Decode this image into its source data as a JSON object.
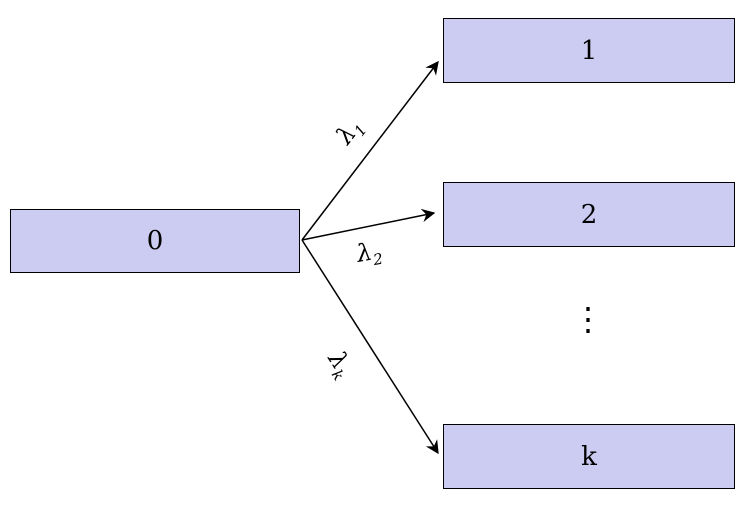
{
  "diagram": {
    "nodes": [
      {
        "id": "0",
        "label": "0"
      },
      {
        "id": "1",
        "label": "1"
      },
      {
        "id": "2",
        "label": "2"
      },
      {
        "id": "k",
        "label": "k"
      }
    ],
    "edges": [
      {
        "from": "0",
        "to": "1",
        "label_base": "λ",
        "label_sub": "1"
      },
      {
        "from": "0",
        "to": "2",
        "label_base": "λ",
        "label_sub": "2"
      },
      {
        "from": "0",
        "to": "k",
        "label_base": "λ",
        "label_sub": "k"
      }
    ],
    "ellipsis": "⋮"
  },
  "colors": {
    "background": "#FFFFFF",
    "node_fill": "#CCCCF2",
    "node_border": "#000000",
    "arrow": "#000000"
  }
}
